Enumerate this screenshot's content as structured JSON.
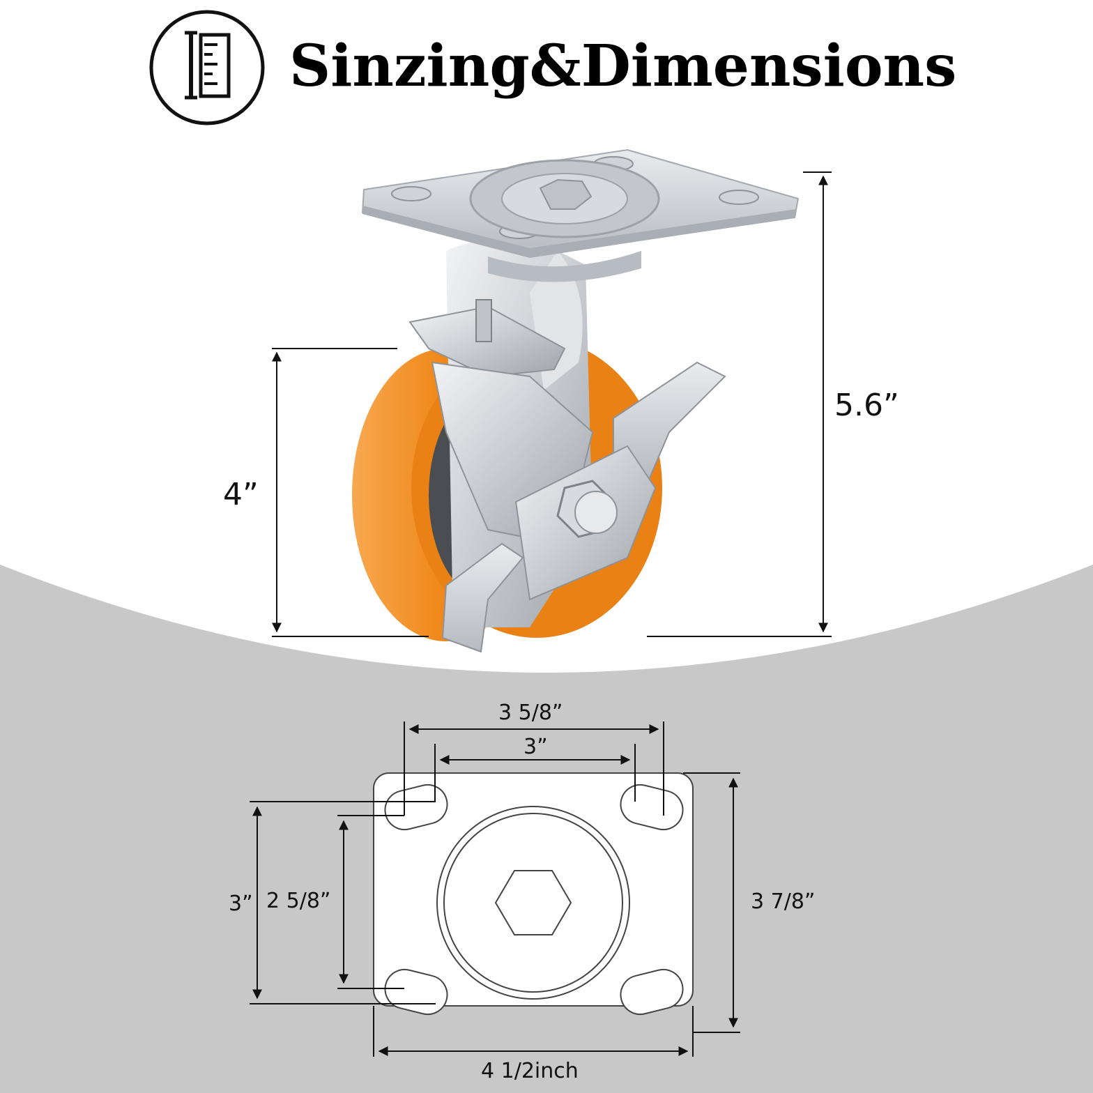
{
  "header": {
    "title": "Sinzing&Dimensions",
    "icon": "ruler-icon"
  },
  "caster_view": {
    "icon": "caster-wheel-icon",
    "wheel_color": "#F08A1C",
    "metal_color": "#C9CDD2",
    "wheel_height_label": "4”",
    "total_height_label": "5.6”"
  },
  "plate_view": {
    "icon": "mounting-plate-icon",
    "bolt_spacing_wide_label": "3  5/8”",
    "bolt_spacing_narrow_label": "3”",
    "left_outer_height_label": "3”",
    "left_inner_height_label": "2  5/8”",
    "plate_height_label": "3  7/8”",
    "plate_width_label": "4  1/2inch"
  },
  "colors": {
    "background_top": "#FFFFFF",
    "background_bottom": "#C8C8C8",
    "text": "#111111"
  }
}
